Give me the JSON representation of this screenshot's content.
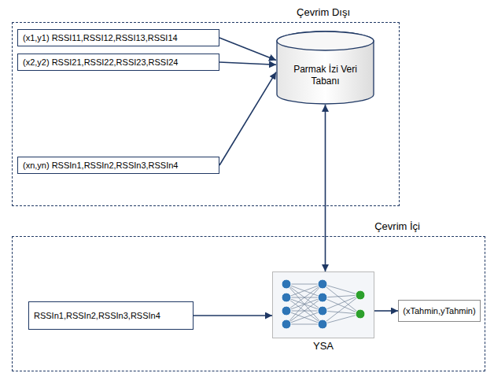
{
  "diagram": {
    "nodes": [
      {
        "text": [
          "Çevrim Dışı"
        ]
      },
      {
        "text": [
          "(x1,y1) RSSI11,RSSI12,RSSI13,RSSI14"
        ],
        "in": 0
      },
      {
        "text": [
          "(x2,y2) RSSI21,RSSI22,RSSI23,RSSI24"
        ],
        "in": 0
      },
      {
        "text": [
          "(xn,yn) RSSIn1,RSSIn2,RSSIn3,RSSIn4"
        ],
        "in": 0
      },
      {
        "text": [
          "Parmak İzi Veri Tabanı"
        ],
        "in": 0
      },
      {
        "text": [
          "Çevrim İçi"
        ]
      },
      {
        "text": [
          "RSSIn1,RSSIn2,RSSIn3,RSSIn4"
        ],
        "in": 5
      },
      {
        "text": [
          "YSA"
        ],
        "in": 5
      },
      {
        "text": [
          "(xTahmin,yTahmin)"
        ],
        "in": 5
      }
    ],
    "edges": [
      {
        "from": 1,
        "to": 4,
        "arrow": "to"
      },
      {
        "from": 2,
        "to": 4,
        "arrow": "to"
      },
      {
        "from": 3,
        "to": 4,
        "arrow": "to"
      },
      {
        "from": 4,
        "to": 7,
        "arrow": "both"
      },
      {
        "from": 6,
        "to": 7,
        "arrow": "to"
      },
      {
        "from": 7,
        "to": 8,
        "arrow": "to"
      }
    ]
  }
}
